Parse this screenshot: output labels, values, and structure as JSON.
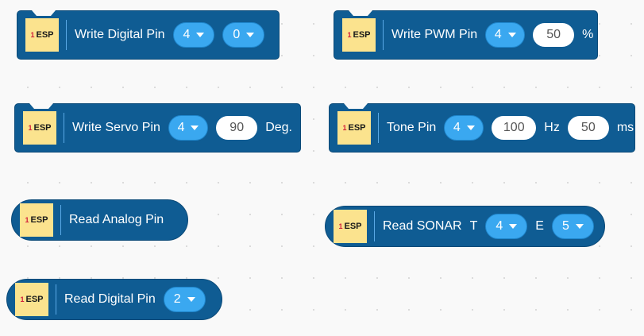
{
  "extension": {
    "number": "1",
    "name": "ESP",
    "color": "#fbe38e"
  },
  "colors": {
    "block": "#0f5c93",
    "dropdown": "#3aa8f0",
    "input": "#ffffff"
  },
  "blocks": {
    "write_digital": {
      "label": "Write Digital Pin",
      "pin": "4",
      "value": "0"
    },
    "write_pwm": {
      "label": "Write PWM Pin",
      "pin": "4",
      "value": "50",
      "unit": "%"
    },
    "write_servo": {
      "label": "Write Servo Pin",
      "pin": "4",
      "value": "90",
      "unit": "Deg."
    },
    "tone": {
      "label": "Tone Pin",
      "pin": "4",
      "freq": "100",
      "freq_unit": "Hz",
      "duration": "50",
      "duration_unit": "ms"
    },
    "read_analog": {
      "label": "Read Analog Pin"
    },
    "read_sonar": {
      "label": "Read SONAR",
      "t_label": "T",
      "t_pin": "4",
      "e_label": "E",
      "e_pin": "5"
    },
    "read_digital": {
      "label": "Read Digital Pin",
      "pin": "2"
    }
  }
}
